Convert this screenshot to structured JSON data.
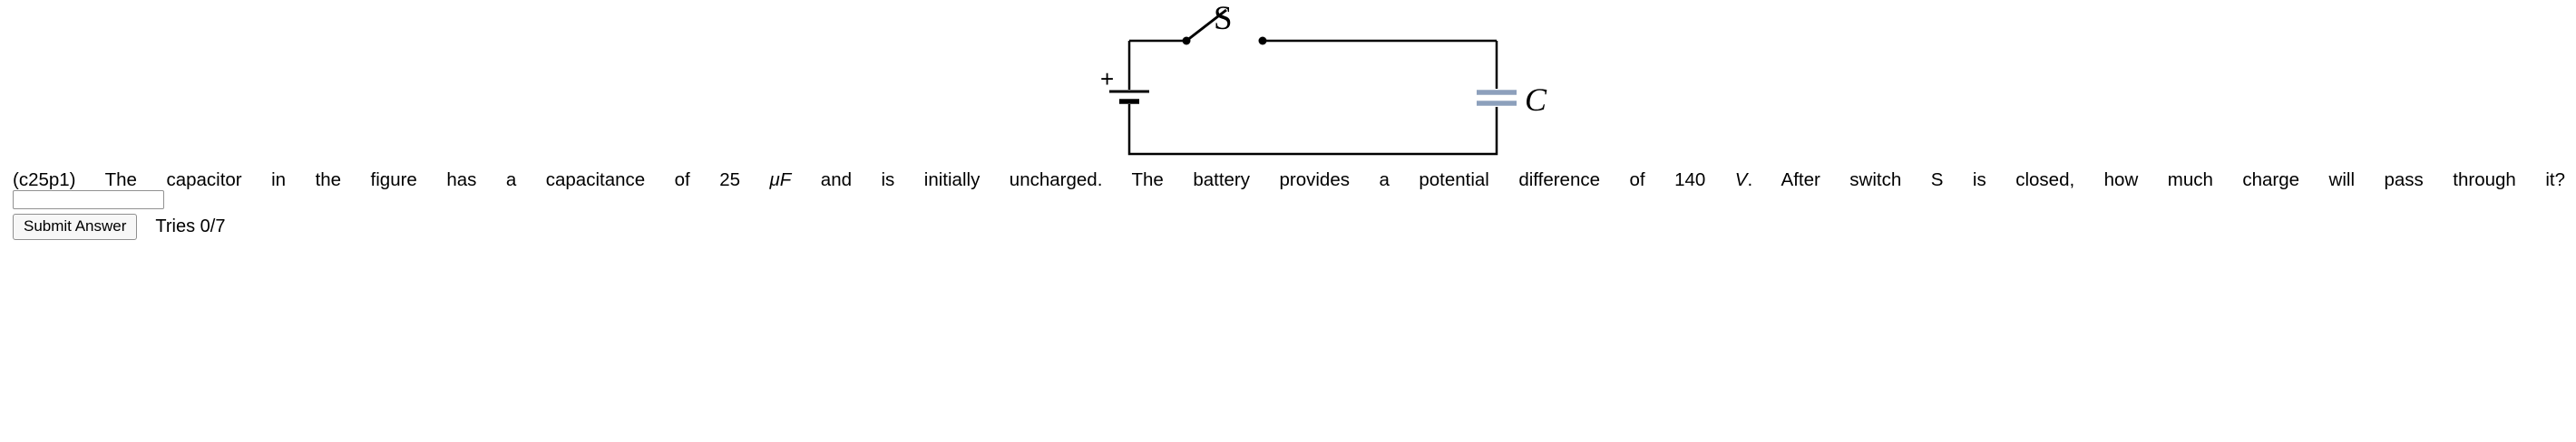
{
  "circuit": {
    "switch_label": "S",
    "capacitor_label": "C",
    "battery_plus_label": "+",
    "wire_color": "#000000",
    "capacitor_plate_color": "#8da0bc"
  },
  "question": {
    "segments": [
      {
        "text": "(c25p1) The capacitor in the figure has a capacitance of 25 ",
        "italic": false
      },
      {
        "text": "μF",
        "italic": true
      },
      {
        "text": " and is initially uncharged. The battery provides a potential difference of 140 ",
        "italic": false
      },
      {
        "text": "V",
        "italic": true
      },
      {
        "text": ". After switch S is closed, how much charge will pass through it?",
        "italic": false
      }
    ]
  },
  "answer": {
    "input_value": "",
    "submit_label": "Submit Answer",
    "tries_label": "Tries 0/7"
  }
}
